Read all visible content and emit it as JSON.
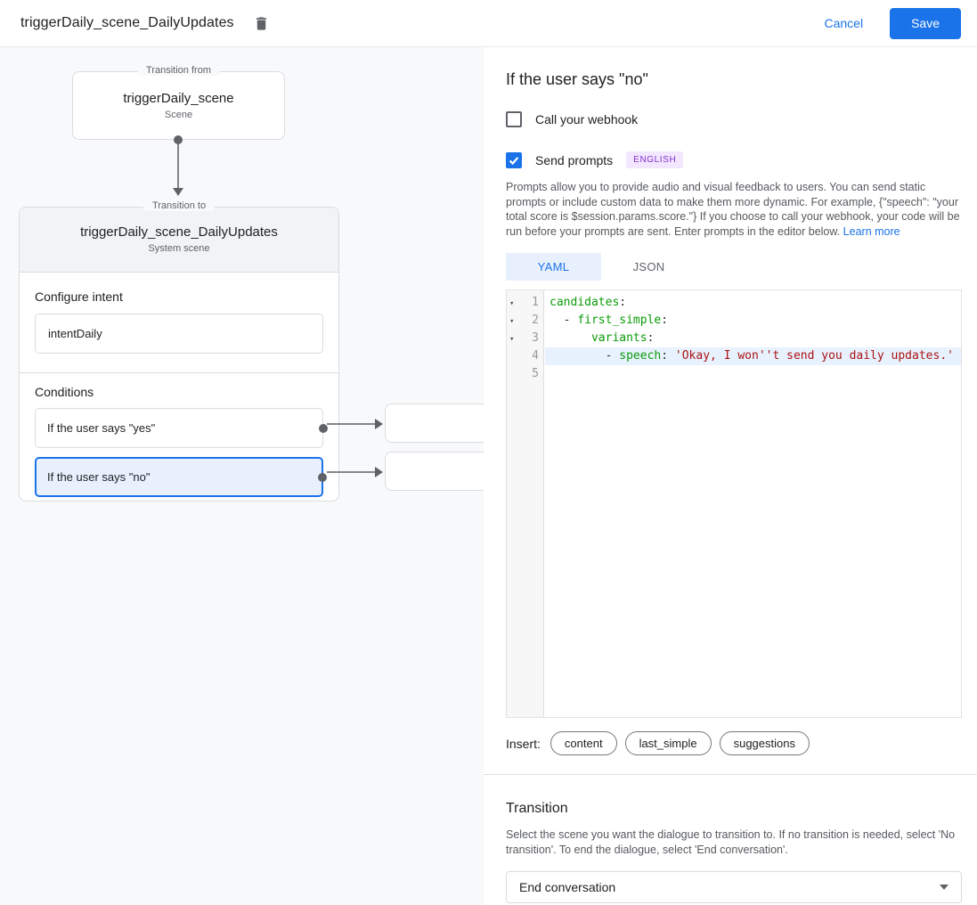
{
  "colors": {
    "accent_blue": "#1a73e8",
    "selected_fill": "#e8f0fe",
    "badge_purple_bg": "#f2e7fe",
    "badge_purple_text": "#8430ce",
    "code_key_green": "#0a9a08",
    "code_string_red": "#aa1111",
    "active_line_blue": "#e8f2fe"
  },
  "topbar": {
    "title": "triggerDaily_scene_DailyUpdates",
    "cancel_label": "Cancel",
    "save_label": "Save"
  },
  "diagram": {
    "from_box": {
      "legend": "Transition from",
      "title": "triggerDaily_scene",
      "subtitle": "Scene"
    },
    "to_box": {
      "legend": "Transition to",
      "title": "triggerDaily_scene_DailyUpdates",
      "subtitle": "System scene",
      "configure_intent_label": "Configure intent",
      "intent_name": "intentDaily",
      "conditions_label": "Conditions",
      "conditions": [
        {
          "label": "If the user says \"yes\"",
          "selected": false
        },
        {
          "label": "If the user says \"no\"",
          "selected": true
        }
      ]
    }
  },
  "detail_panel": {
    "title": "If the user says \"no\"",
    "webhook": {
      "label": "Call your webhook",
      "checked": false
    },
    "prompts": {
      "label": "Send prompts",
      "checked": true,
      "language_badge": "ENGLISH"
    },
    "description": "Prompts allow you to provide audio and visual feedback to users. You can send static prompts or include custom data to make them more dynamic. For example, {\"speech\": \"your total score is $session.params.score.\"} If you choose to call your webhook, your code will be run before your prompts are sent. Enter prompts in the editor below. ",
    "learn_more_label": "Learn more",
    "tabs": [
      {
        "label": "YAML",
        "active": true
      },
      {
        "label": "JSON",
        "active": false
      }
    ],
    "editor": {
      "lines": [
        {
          "number": "1",
          "fold": true,
          "highlight": false,
          "segments": [
            {
              "c": "key",
              "t": "candidates"
            },
            {
              "c": "plain",
              "t": ":"
            }
          ]
        },
        {
          "number": "2",
          "fold": true,
          "highlight": false,
          "segments": [
            {
              "c": "plain",
              "t": "  - "
            },
            {
              "c": "key",
              "t": "first_simple"
            },
            {
              "c": "plain",
              "t": ":"
            }
          ]
        },
        {
          "number": "3",
          "fold": true,
          "highlight": false,
          "segments": [
            {
              "c": "plain",
              "t": "      "
            },
            {
              "c": "key",
              "t": "variants"
            },
            {
              "c": "plain",
              "t": ":"
            }
          ]
        },
        {
          "number": "4",
          "fold": false,
          "highlight": true,
          "segments": [
            {
              "c": "plain",
              "t": "        - "
            },
            {
              "c": "key",
              "t": "speech"
            },
            {
              "c": "plain",
              "t": ": "
            },
            {
              "c": "str",
              "t": "'Okay, I won''t send you daily updates.'"
            }
          ]
        },
        {
          "number": "5",
          "fold": false,
          "highlight": false,
          "segments": []
        }
      ]
    },
    "insert": {
      "label": "Insert:",
      "chips": [
        "content",
        "last_simple",
        "suggestions"
      ]
    },
    "transition": {
      "title": "Transition",
      "description": "Select the scene you want the dialogue to transition to. If no transition is needed, select 'No transition'. To end the dialogue, select 'End conversation'.",
      "selected_value": "End conversation"
    }
  }
}
